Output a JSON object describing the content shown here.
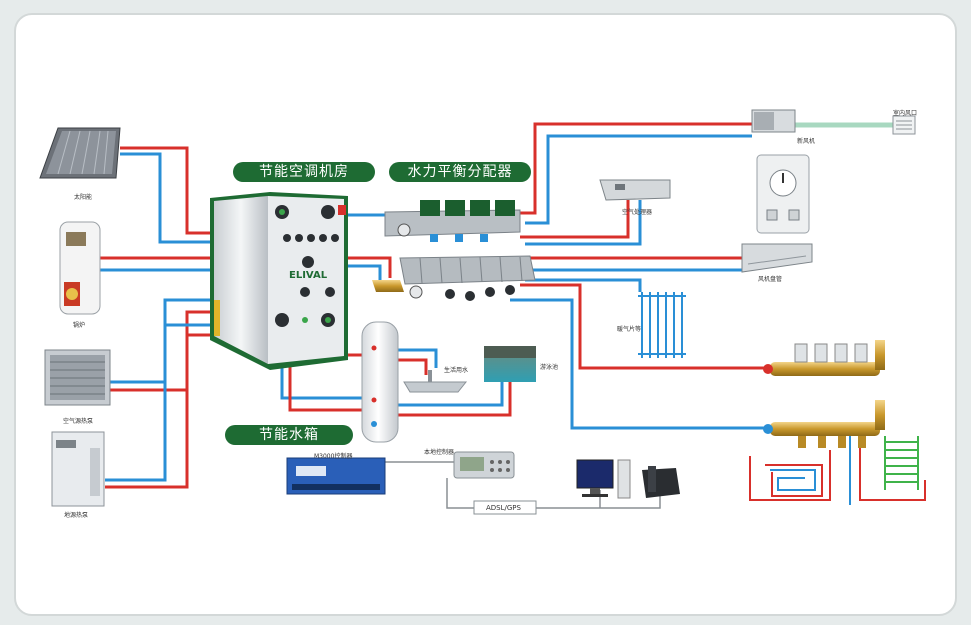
{
  "labels": {
    "machine_room": "节能空调机房",
    "manifold": "水力平衡分配器",
    "water_tank": "节能水箱"
  },
  "equipment": {
    "solar_panel": "太阳能",
    "boiler": "锅炉",
    "air_heat_pump": "空气源热泵",
    "ground_heat_pump": "地源热泵",
    "fresh_air_unit": "新风机",
    "indoor_vent": "室内风口",
    "air_handler": "空气处理器",
    "fan_coil": "风机盘管",
    "radiator": "暖气片等",
    "domestic_hot_water": "生活用水",
    "pool": "游泳池",
    "controller": "M3000控制器",
    "local_controller": "本地控制器",
    "network": "ADSL/GPS",
    "brand": "ELIVAL"
  },
  "colors": {
    "hot_pipe": "#d8302b",
    "cold_pipe": "#2a8fd6",
    "label_bg": "#1e6b33",
    "air_duct": "#a8d8c0"
  }
}
